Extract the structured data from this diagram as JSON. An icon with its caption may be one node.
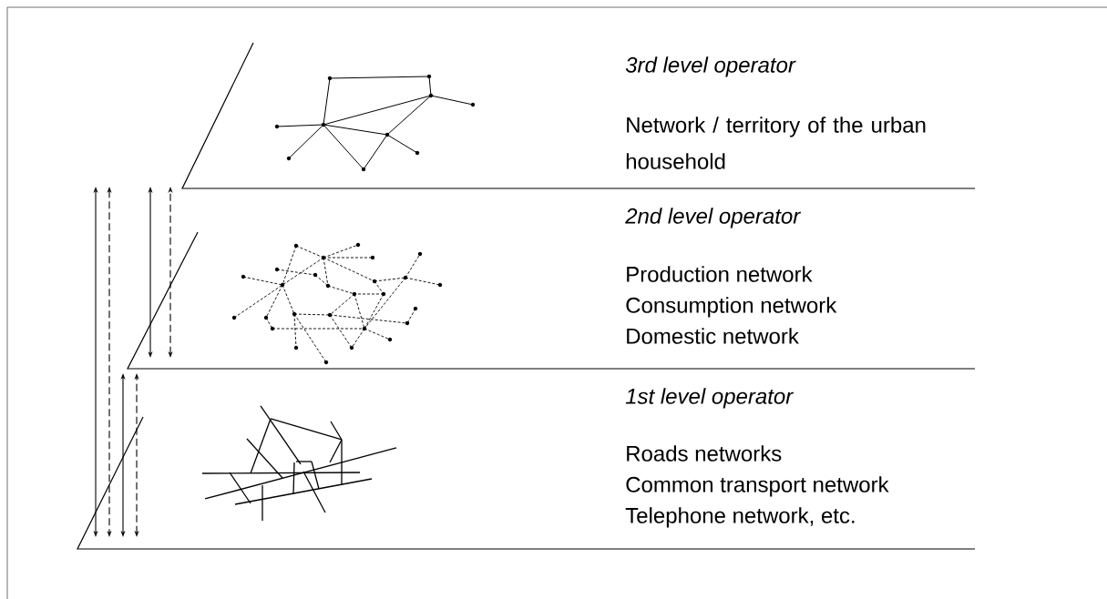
{
  "diagram": {
    "nodes": [
      {
        "text": [
          "3rd level operator",
          "Network / territory of the urban household"
        ]
      },
      {
        "text": [
          "2nd level operator",
          "Production network",
          "Consumption network",
          "Domestic network"
        ]
      },
      {
        "text": [
          "1st level operator",
          "Roads networks",
          "Common transport network",
          "Telephone network, etc."
        ]
      }
    ],
    "edges": [
      {
        "from": null,
        "to": 2,
        "arrow": "both"
      },
      {
        "from": null,
        "to": 2,
        "arrow": "both",
        "style": "dashed"
      },
      {
        "from": null,
        "to": 1,
        "arrow": "both"
      },
      {
        "from": 1,
        "to": 0,
        "arrow": "both",
        "style": "dashed"
      },
      {
        "from": 2,
        "to": 1,
        "arrow": "both"
      },
      {
        "from": 2,
        "to": 1,
        "arrow": "both",
        "style": "dashed"
      }
    ]
  }
}
